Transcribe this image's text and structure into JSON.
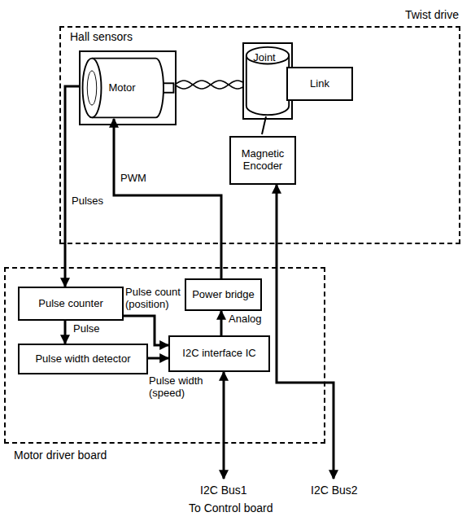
{
  "diagram": {
    "nodes": [
      {
        "text": [
          "Twist drive"
        ]
      },
      {
        "text": [
          "Motor"
        ],
        "in": 0
      },
      {
        "text": [
          "Joint"
        ],
        "in": 0
      },
      {
        "text": [
          "Link"
        ],
        "in": 0
      },
      {
        "text": [
          "Magnetic Encoder"
        ],
        "in": 0
      },
      {
        "text": [
          "Motor driver board"
        ]
      },
      {
        "text": [
          "Pulse counter"
        ],
        "in": 5
      },
      {
        "text": [
          "Power bridge"
        ],
        "in": 5
      },
      {
        "text": [
          "Pulse width detector"
        ],
        "in": 5
      },
      {
        "text": [
          "I2C interface IC"
        ],
        "in": 5
      }
    ],
    "edges": [
      {
        "from": 1,
        "to": 6,
        "label": "Pulses",
        "arrow": "to"
      },
      {
        "from": 7,
        "to": 1,
        "label": "PWM",
        "arrow": "to"
      },
      {
        "from": 6,
        "to": 8,
        "label": "Pulse",
        "arrow": "to"
      },
      {
        "from": 6,
        "to": 9,
        "label": "Pulse count (position)",
        "arrow": "to"
      },
      {
        "from": 8,
        "to": 9,
        "label": "Pulse width (speed)",
        "arrow": "to"
      },
      {
        "from": 9,
        "to": 7,
        "label": "Analog",
        "arrow": "to"
      }
    ],
    "labels": [
      "Hall sensors",
      "I2C Bus1",
      "I2C Bus2",
      "To Control board"
    ]
  }
}
